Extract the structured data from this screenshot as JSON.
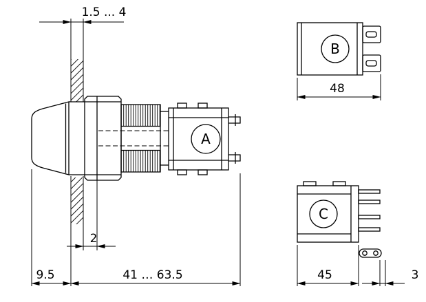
{
  "drawing": {
    "background": "#ffffff",
    "stroke": "#000000",
    "view_labels": {
      "a": "A",
      "b": "B",
      "c": "C"
    },
    "dimensions": {
      "panel_thickness": "1.5 ... 4",
      "rear_depth_b": "48",
      "panel_to_collar": "2",
      "front_protrusion": "9.5",
      "mounting_depth_range": "41 … 63.5",
      "body_width_c": "45",
      "terminal_pitch": "3"
    }
  }
}
